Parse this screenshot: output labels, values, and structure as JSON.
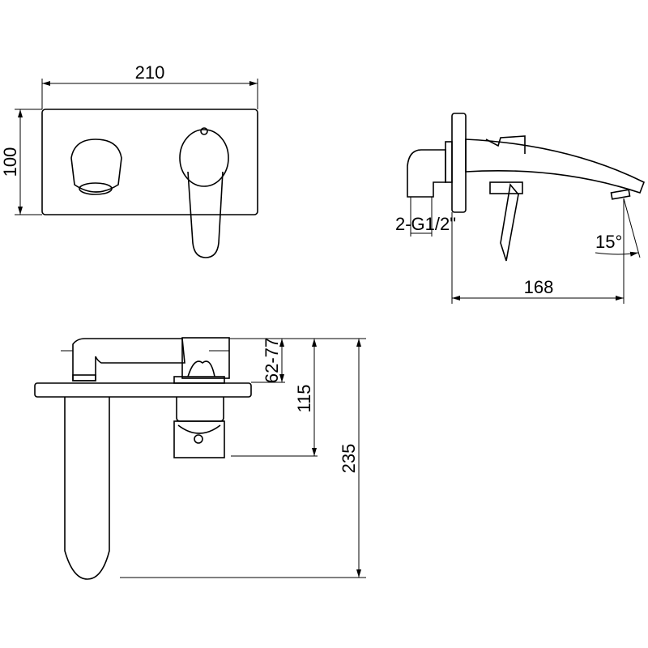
{
  "front_view": {
    "width_dim": "210",
    "height_dim": "100"
  },
  "side_view": {
    "thread_label": "2-G1/2\"",
    "angle_label": "15°",
    "projection_dim": "168"
  },
  "top_view": {
    "adjust_dim": "62-77",
    "body_dim": "115",
    "total_dim": "235"
  },
  "colors": {
    "line": "#000000",
    "background": "#ffffff"
  }
}
